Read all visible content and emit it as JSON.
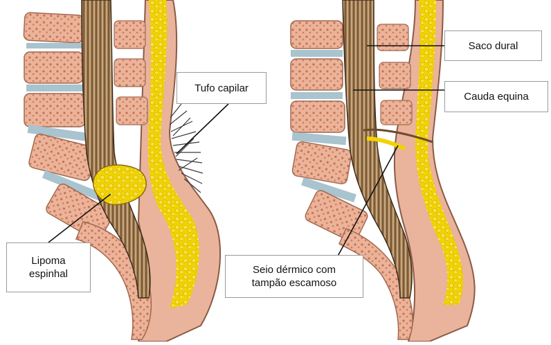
{
  "diagram": {
    "labels": {
      "tufo_capilar": "Tufo capilar",
      "lipoma_line1": "Lipoma",
      "lipoma_line2": "espinhal",
      "saco_dural": "Saco dural",
      "cauda_equina": "Cauda equina",
      "seio_line1": "Seio dérmico com",
      "seio_line2": "tampão escamoso"
    },
    "colors": {
      "bone": "#e8b89a",
      "bone_marrow": "#d9876a",
      "disc": "#a9c3cf",
      "fat": "#f2d300",
      "skin": "#e9b39c",
      "nerve": "#6b4a2c",
      "hair": "#3b3b3b",
      "label_border": "#9a9a9a"
    }
  }
}
